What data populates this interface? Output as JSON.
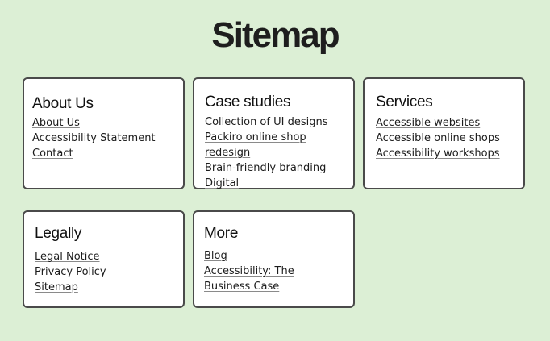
{
  "page": {
    "title": "Sitemap"
  },
  "sections": [
    {
      "heading": "About Us",
      "links": [
        "About Us",
        "Accessibility Statement",
        "Contact"
      ]
    },
    {
      "heading": "Case studies",
      "links": [
        "Collection of UI designs",
        "Packiro online shop redesign",
        "Brain-friendly branding",
        "Digital"
      ]
    },
    {
      "heading": "Services",
      "links": [
        "Accessible websites",
        "Accessible online shops",
        "Accessibility workshops"
      ]
    },
    {
      "heading": "Legally",
      "links": [
        "Legal Notice",
        "Privacy Policy",
        "Sitemap"
      ]
    },
    {
      "heading": "More",
      "links": [
        "Blog",
        "Accessibility: The Business Case"
      ]
    }
  ],
  "colors": {
    "background": "#dcefd5",
    "card": "#ffffff",
    "border": "#4a4a4a",
    "text": "#1c1c1c"
  }
}
